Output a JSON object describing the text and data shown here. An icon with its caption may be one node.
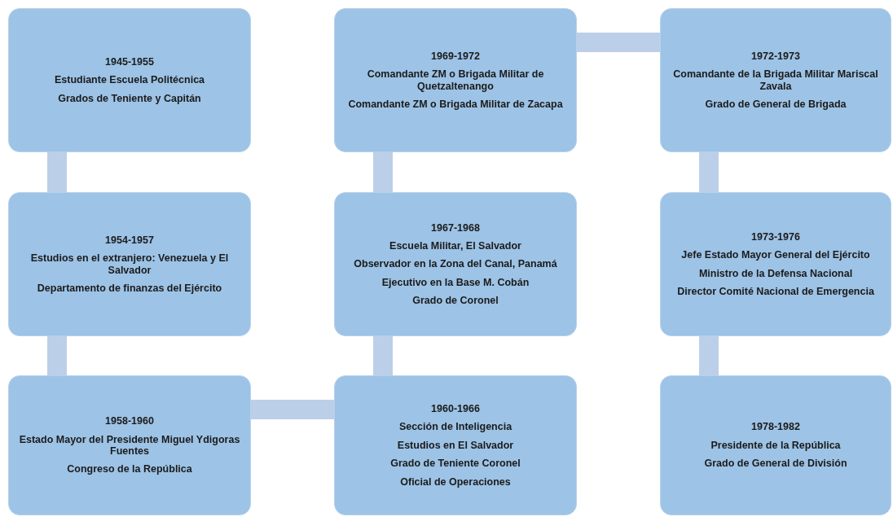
{
  "diagram": {
    "nodes": [
      {
        "text": [
          "1945-1955",
          "Estudiante Escuela Politécnica",
          "Grados de Teniente y Capitán"
        ]
      },
      {
        "text": [
          "1954-1957",
          "Estudios en el extranjero: Venezuela y El Salvador",
          "Departamento de finanzas del Ejército"
        ]
      },
      {
        "text": [
          "1958-1960",
          "Estado Mayor del Presidente Miguel Ydigoras Fuentes",
          "Congreso de la República"
        ]
      },
      {
        "text": [
          "1960-1966",
          "Sección de Inteligencia",
          "Estudios en El Salvador",
          "Grado de Teniente Coronel",
          "Oficial de Operaciones"
        ]
      },
      {
        "text": [
          "1967-1968",
          "Escuela Militar, El Salvador",
          "Observador en la Zona del Canal, Panamá",
          "Ejecutivo en la Base M. Cobán",
          "Grado de Coronel"
        ]
      },
      {
        "text": [
          "1969-1972",
          "Comandante ZM o Brigada Militar de Quetzaltenango",
          "Comandante ZM o Brigada Militar de Zacapa"
        ]
      },
      {
        "text": [
          "1972-1973",
          "Comandante de la Brigada Militar Mariscal Zavala",
          "Grado de General de Brigada"
        ]
      },
      {
        "text": [
          "1973-1976",
          "Jefe Estado Mayor General del Ejército",
          "Ministro de la Defensa Nacional",
          "Director Comité Nacional de Emergencia"
        ]
      },
      {
        "text": [
          "1978-1982",
          "Presidente de la República",
          "Grado de General de División"
        ]
      }
    ],
    "edges": [
      {
        "from": 0,
        "to": 1,
        "arrow": "none"
      },
      {
        "from": 1,
        "to": 2,
        "arrow": "none"
      },
      {
        "from": 2,
        "to": 3,
        "arrow": "none"
      },
      {
        "from": 3,
        "to": 4,
        "arrow": "none"
      },
      {
        "from": 4,
        "to": 5,
        "arrow": "none"
      },
      {
        "from": 5,
        "to": 6,
        "arrow": "none"
      },
      {
        "from": 6,
        "to": 7,
        "arrow": "none"
      },
      {
        "from": 7,
        "to": 8,
        "arrow": "none"
      }
    ]
  }
}
